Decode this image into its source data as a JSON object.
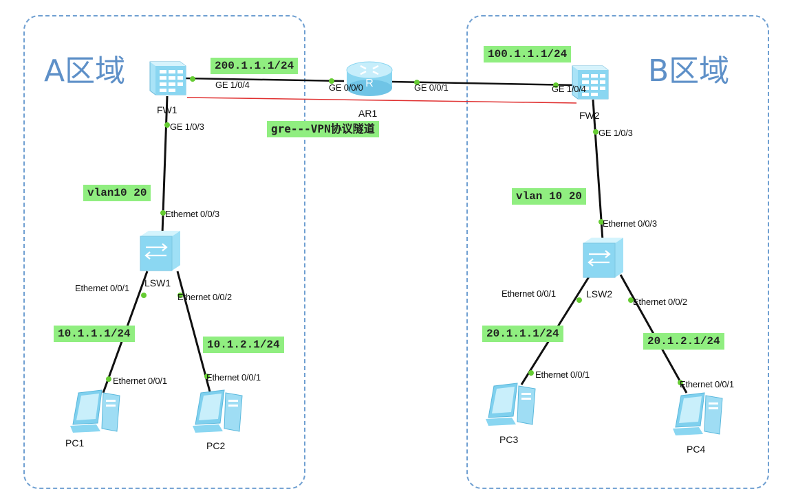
{
  "zones": {
    "a_title": "A区域",
    "b_title": "B区域"
  },
  "devices": {
    "fw1": "FW1",
    "fw2": "FW2",
    "ar1": "AR1",
    "lsw1": "LSW1",
    "lsw2": "LSW2",
    "pc1": "PC1",
    "pc2": "PC2",
    "pc3": "PC3",
    "pc4": "PC4"
  },
  "ports": {
    "fw1_ge104": "GE 1/0/4",
    "fw1_ge103": "GE 1/0/3",
    "ar1_ge000": "GE 0/0/0",
    "ar1_ge001": "GE 0/0/1",
    "fw2_ge104": "GE 1/0/4",
    "fw2_ge103": "GE 1/0/3",
    "lsw1_e003": "Ethernet 0/0/3",
    "lsw1_e001": "Ethernet 0/0/1",
    "lsw1_e002": "Ethernet 0/0/2",
    "pc1_e001": "Ethernet 0/0/1",
    "pc2_e001": "Ethernet 0/0/1",
    "lsw2_e003": "Ethernet 0/0/3",
    "lsw2_e001": "Ethernet 0/0/1",
    "lsw2_e002": "Ethernet 0/0/2",
    "pc3_e001": "Ethernet 0/0/1",
    "pc4_e001": "Ethernet 0/0/1"
  },
  "tags": {
    "fw1_ip": "200.1.1.1/24",
    "fw2_ip": "100.1.1.1/24",
    "tunnel": "gre---VPN协议隧道",
    "vlan_a": "vlan10 20",
    "vlan_b": "vlan 10 20",
    "pc1_ip": "10.1.1.1/24",
    "pc2_ip": "10.1.2.1/24",
    "pc3_ip": "20.1.1.1/24",
    "pc4_ip": "20.1.2.1/24"
  },
  "colors": {
    "zone_border": "#6f9fd1",
    "zone_title": "#5e90c8",
    "tag_bg": "#90ee80",
    "link": "#111111",
    "tunnel_line": "#e03030",
    "port_dot": "#66cc33",
    "device": "#7fd0ee"
  }
}
